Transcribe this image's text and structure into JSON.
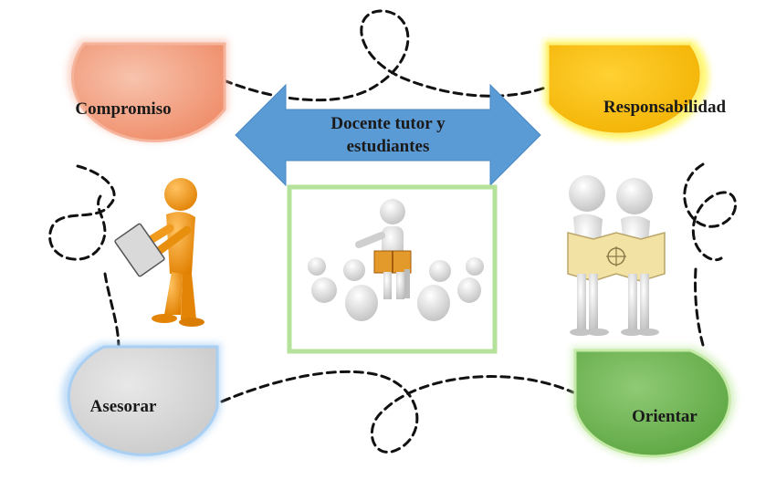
{
  "nodes": {
    "compromiso": {
      "label": "Compromiso",
      "color": "#f4a07f"
    },
    "responsabilidad": {
      "label": "Responsabilidad",
      "color": "#fcc200"
    },
    "asesorar": {
      "label": "Asesorar",
      "color": "#d7d7d7"
    },
    "orientar": {
      "label": "Orientar",
      "color": "#6eb454"
    }
  },
  "center": {
    "line1": "Docente tutor y",
    "line2": "estudiantes",
    "arrow_color": "#5b9bd5"
  },
  "images": {
    "teacher_frame_color": "#b4e29a",
    "person_color": "#f39a1e",
    "figure_color": "#e6e6e6",
    "map_color": "#f2e2a4"
  },
  "connector_style": "dashed"
}
